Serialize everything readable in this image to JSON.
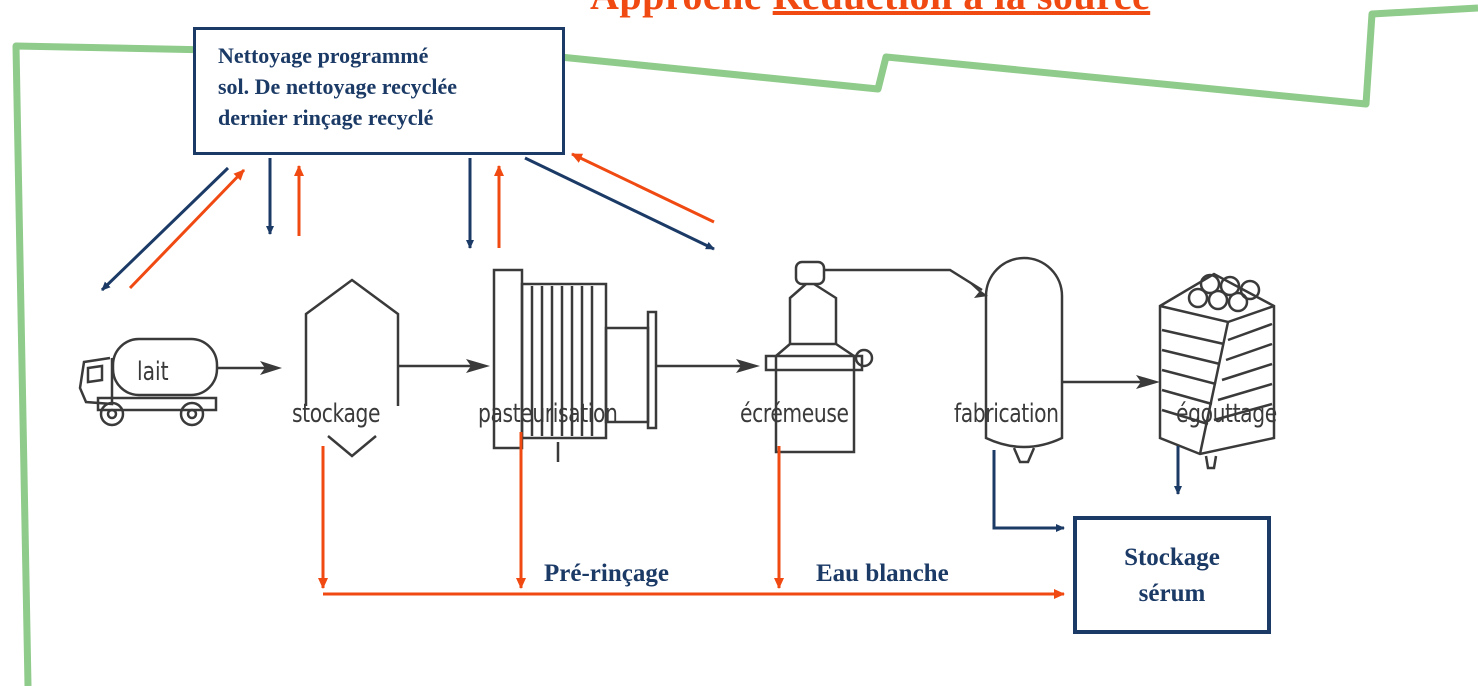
{
  "title": {
    "prefix": "Approche ",
    "emphasis": "Réduction à la source"
  },
  "cleaning_box": {
    "lines": [
      "Nettoyage programmé",
      "sol. De nettoyage recyclée",
      "dernier rinçage recyclé"
    ]
  },
  "stages": {
    "truck": "lait",
    "storage": "stockage",
    "pasteurisation": "pasteurisation",
    "skimmer": "écrémeuse",
    "fabrication": "fabrication",
    "draining": "égouttage"
  },
  "flow_labels": {
    "prerinse": "Pré-rinçage",
    "white_water": "Eau blanche"
  },
  "serum_box": {
    "line1": "Stockage",
    "line2": "sérum"
  },
  "colors": {
    "frame_green": "#8FCB8A",
    "navy": "#1B3A66",
    "red": "#F04A12",
    "sketch": "#3a3a3a"
  }
}
